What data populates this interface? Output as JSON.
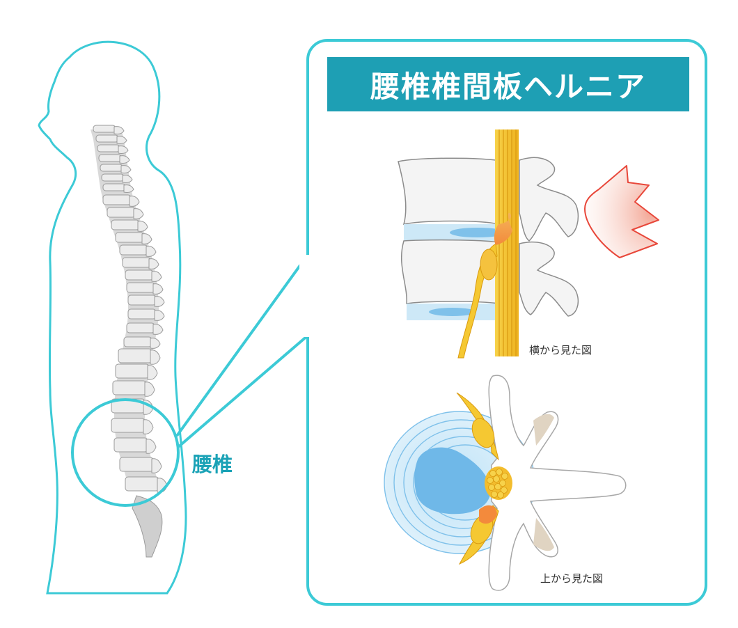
{
  "title": "腰椎椎間板ヘルニア",
  "lumbar_label": "腰椎",
  "side_view_caption": "横から見た図",
  "top_view_caption": "上から見た図",
  "colors": {
    "outline": "#3ccad6",
    "title_bar": "#1e9fb4",
    "spine_bone": "#e6e6e6",
    "nerve": "#f5c832",
    "disc": "#a8d8f2",
    "pain": "#e8473a"
  }
}
